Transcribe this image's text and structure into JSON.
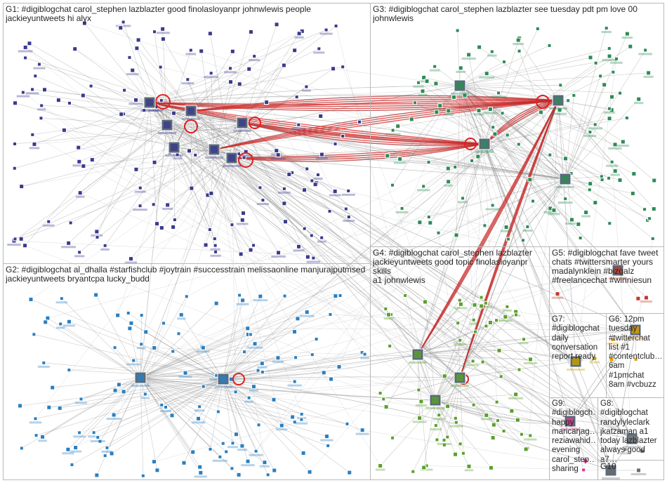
{
  "groups": [
    {
      "id": "g1",
      "label": "G1: #digiblogchat carol_stephen lazblazter good finolasloyanpr johnwlewis people\njackieyuntweets hi alyx"
    },
    {
      "id": "g3",
      "label": "G3: #digiblogchat carol_stephen lazblazter see tuesday pdt pm love 00\njohnwlewis"
    },
    {
      "id": "g2",
      "label": "G2: #digiblogchat al_dhalla #starfishclub #joytrain #successtrain melissaonline manjurajputmsed\njackieyuntweets bryantcpa lucky_budd"
    },
    {
      "id": "g4",
      "label": "G4: #digiblogchat carol_stephen lazblazter\njackieyuntweets good topic finolasloyanpr skills\na1 johnwlewis"
    },
    {
      "id": "g5",
      "label": "G5: #digiblogchat fave tweet\nchats #twittersmarter yours\nmadalynklein #bizgalz\n#freelancechat #winniesun"
    },
    {
      "id": "g7",
      "label": "G7:\n#digiblogchat\ndaily\nconversation\nreport ready"
    },
    {
      "id": "g6",
      "label": "G6: 12pm\ntuesday\n#twitterchat\nlist #1\n#contentclub…\n6am #1pmchat\n8am #vcbuzz"
    },
    {
      "id": "g9",
      "label": "G9:\n#digiblogch…\nhappy\nmaricarjag…\nreziawahid…\nevening\ncarol_step…\nsharing"
    },
    {
      "id": "g8",
      "label": "G8:\n#digiblogchat\nrandylyleclark\njkatzaman a1\ntoday lazblazter\nalways good a7…"
    },
    {
      "id": "g10",
      "label": "G10"
    }
  ],
  "colors": {
    "edge": "#8c8c8c",
    "edge_strong": "#b03030",
    "edge_highlight": "#e02020",
    "panel_border": "#b9b9b9",
    "g1": "#3a3a8c",
    "g2": "#2a7fc0",
    "g3": "#2e8b57",
    "g4": "#5aa02c",
    "g5": "#c0392b",
    "g6": "#e39d00",
    "g7": "#c8a000",
    "g8": "#7d7d7d",
    "g9": "#d63c8c",
    "g10": "#6c6c6c"
  }
}
